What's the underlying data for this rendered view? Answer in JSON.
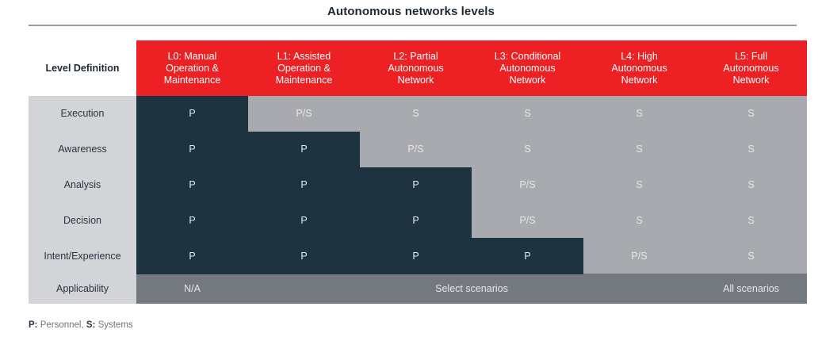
{
  "title": "Autonomous networks levels",
  "footnote": {
    "p_key": "P:",
    "p_text": " Personnel, ",
    "s_key": "S:",
    "s_text": " Systems"
  },
  "colors": {
    "header_red": "#ed2024",
    "personnel_dark": "#1e3340",
    "systems_grey": "#a8aab0",
    "label_grey": "#d3d4d8",
    "applicability_grey": "#74787f",
    "title_text": "#1f2933",
    "rule": "#9a9a9a"
  },
  "chart_data": {
    "type": "heatmap",
    "title": "Autonomous networks levels",
    "xlabel": "",
    "ylabel": "",
    "grid": false,
    "legend_position": "below",
    "row_header_label": "Level Definition",
    "categories": [
      "L0: Manual\nOperation &\nMaintenance",
      "L1: Assisted\nOperation &\nMaintenance",
      "L2: Partial\nAutonomous\nNetwork",
      "L3: Conditional\nAutonomous\nNetwork",
      "L4: High\nAutonomous\nNetwork",
      "L5: Full\nAutonomous\nNetwork"
    ],
    "rows": [
      "Execution",
      "Awareness",
      "Analysis",
      "Decision",
      "Intent/Experience"
    ],
    "values": [
      [
        "P",
        "P/S",
        "S",
        "S",
        "S",
        "S"
      ],
      [
        "P",
        "P",
        "P/S",
        "S",
        "S",
        "S"
      ],
      [
        "P",
        "P",
        "P",
        "P/S",
        "S",
        "S"
      ],
      [
        "P",
        "P",
        "P",
        "P/S",
        "S",
        "S"
      ],
      [
        "P",
        "P",
        "P",
        "P",
        "P/S",
        "S"
      ]
    ],
    "responsibility_classes": [
      [
        "personnel",
        "systems",
        "systems",
        "systems",
        "systems",
        "systems"
      ],
      [
        "personnel",
        "personnel",
        "systems",
        "systems",
        "systems",
        "systems"
      ],
      [
        "personnel",
        "personnel",
        "personnel",
        "systems",
        "systems",
        "systems"
      ],
      [
        "personnel",
        "personnel",
        "personnel",
        "systems",
        "systems",
        "systems"
      ],
      [
        "personnel",
        "personnel",
        "personnel",
        "personnel",
        "systems",
        "systems"
      ]
    ],
    "dark_extent_columns": [
      1,
      2,
      3,
      3,
      4
    ],
    "applicability": {
      "row_label": "Applicability",
      "cells": [
        {
          "text": "N/A",
          "span": 1
        },
        {
          "text": "Select scenarios",
          "span": 4
        },
        {
          "text": "All scenarios",
          "span": 1
        }
      ]
    },
    "legend": [
      {
        "key": "P",
        "meaning": "Personnel"
      },
      {
        "key": "S",
        "meaning": "Systems"
      }
    ]
  }
}
